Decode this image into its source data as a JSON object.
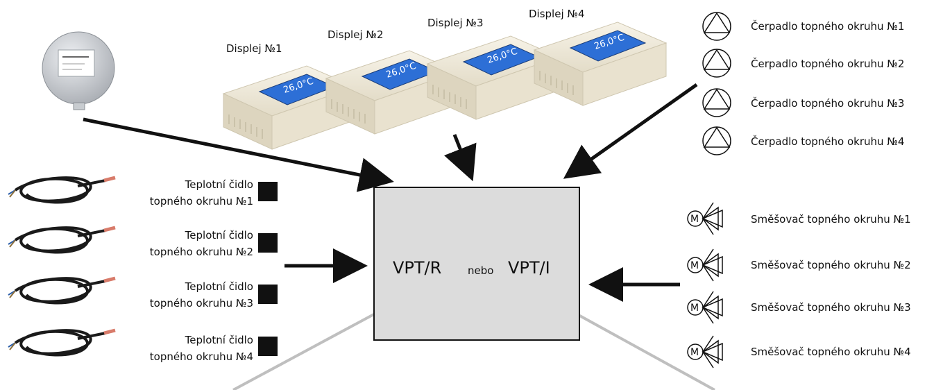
{
  "colors": {
    "controller_fill": "#dcdcdc",
    "arrow_black": "#111111",
    "arrow_gray": "#bfbfbf",
    "display_screen": "#2d6fd6",
    "display_housing": "#efe9d9",
    "sensor_cable": "#1a1a1a",
    "sensor_tip": "#d87b6a"
  },
  "controller": {
    "name_left": "VPT/R",
    "separator": "nebo",
    "name_right": "VPT/I"
  },
  "displays": [
    {
      "label": "Displej №1",
      "screen_text": "26,0°C"
    },
    {
      "label": "Displej №2",
      "screen_text": "26,0°C"
    },
    {
      "label": "Displej №3",
      "screen_text": "26,0°C"
    },
    {
      "label": "Displej №4",
      "screen_text": "26,0°C"
    }
  ],
  "outdoor_sensor": {
    "icon": "outdoor-sensor-icon"
  },
  "sensors": [
    {
      "line1": "Teplotní čidlo",
      "line2": "topného okruhu №1"
    },
    {
      "line1": "Teplotní čidlo",
      "line2": "topného okruhu №2"
    },
    {
      "line1": "Teplotní čidlo",
      "line2": "topného okruhu №3"
    },
    {
      "line1": "Teplotní čidlo",
      "line2": "topného okruhu №4"
    }
  ],
  "pumps": [
    {
      "label": "Čerpadlo topného okruhu №1",
      "icon": "pump-icon"
    },
    {
      "label": "Čerpadlo topného okruhu №2",
      "icon": "pump-icon"
    },
    {
      "label": "Čerpadlo topného okruhu №3",
      "icon": "pump-icon"
    },
    {
      "label": "Čerpadlo topného okruhu №4",
      "icon": "pump-icon"
    }
  ],
  "mixers": [
    {
      "label": "Směšovač topného okruhu №1",
      "icon": "mixing-valve-icon",
      "motor_letter": "M"
    },
    {
      "label": "Směšovač topného okruhu №2",
      "icon": "mixing-valve-icon",
      "motor_letter": "M"
    },
    {
      "label": "Směšovač topného okruhu №3",
      "icon": "mixing-valve-icon",
      "motor_letter": "M"
    },
    {
      "label": "Směšovač topného okruhu №4",
      "icon": "mixing-valve-icon",
      "motor_letter": "M"
    }
  ]
}
